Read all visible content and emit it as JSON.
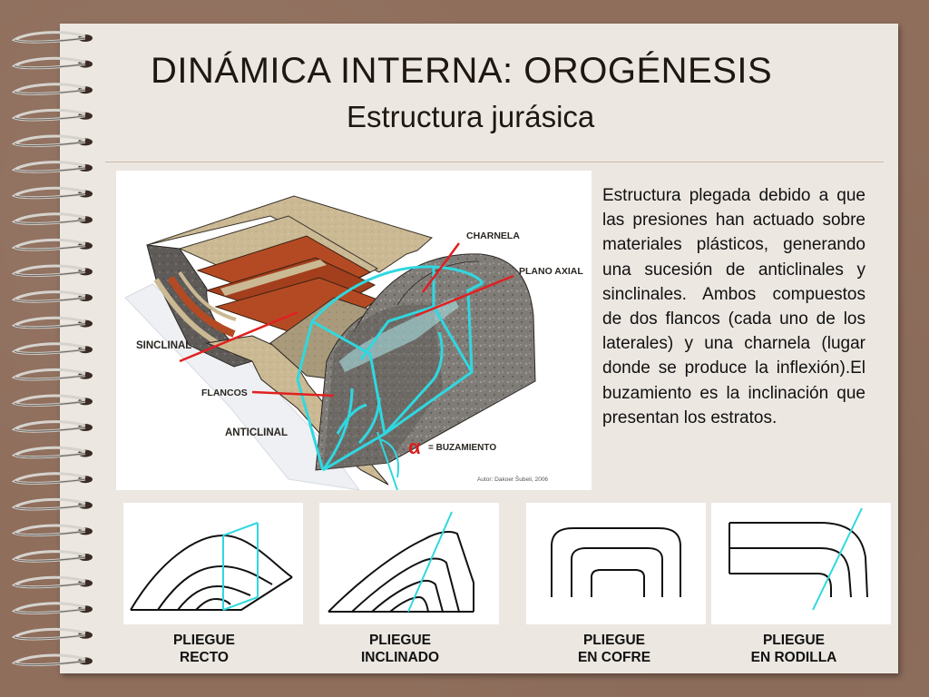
{
  "header": {
    "title": "DINÁMICA INTERNA: OROGÉNESIS",
    "subtitle": "Estructura jurásica"
  },
  "diagram": {
    "labels": {
      "charnela": "CHARNELA",
      "plano_axial": "PLANO AXIAL",
      "sinclinal": "SINCLINAL",
      "flancos": "FLANCOS",
      "anticlinal": "ANTICLINAL",
      "alpha": "α",
      "buzamiento": "= BUZAMIENTO",
      "credit": "Autor: Dakoer Šubeli, 2006"
    },
    "colors": {
      "axis_lines": "#2fd8e0",
      "pointer_lines": "#e02020",
      "alpha": "#d81e1e",
      "rock_red": "#b44a23",
      "rock_tan": "#cbb994",
      "rock_gray": "#7d7a76"
    }
  },
  "description": "Estructura plegada debido a que las presiones han actuado sobre materiales plásticos, generando una sucesión de anticlinales y sinclinales. Ambos compuestos de dos flancos (cada uno de los laterales) y una charnela (lugar donde se produce la inflexión).El buzamiento es la inclinación que presentan los estratos.",
  "fold_types": [
    {
      "line1": "PLIEGUE",
      "line2": "RECTO"
    },
    {
      "line1": "PLIEGUE",
      "line2": "INCLINADO"
    },
    {
      "line1": "PLIEGUE",
      "line2": "EN COFRE"
    },
    {
      "line1": "PLIEGUE",
      "line2": "EN RODILLA"
    }
  ]
}
